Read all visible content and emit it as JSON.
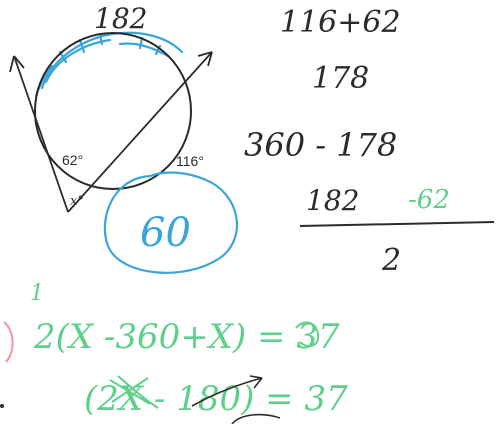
{
  "figure": {
    "angle_labels": {
      "left_vertex": "62°",
      "right_arc": "116°",
      "unknown": "x°"
    }
  },
  "handwriting": {
    "top_arc": "182",
    "sum_expr": "116+62",
    "sum_result": "178",
    "subtract_expr": "360 - 178",
    "fraction_num": "182",
    "fraction_num_green": "-62",
    "fraction_den": "2",
    "answer": "60",
    "bottom_line1": "2(X  -360+X) = 37",
    "bottom_line1_lead": "1",
    "bottom_line2": "(2X - 180) = 37"
  },
  "colors": {
    "ink_black": "#2b2b2b",
    "ink_blue": "#3aa6d8",
    "ink_green": "#5fd08a",
    "ink_pink": "#f19aa6"
  }
}
